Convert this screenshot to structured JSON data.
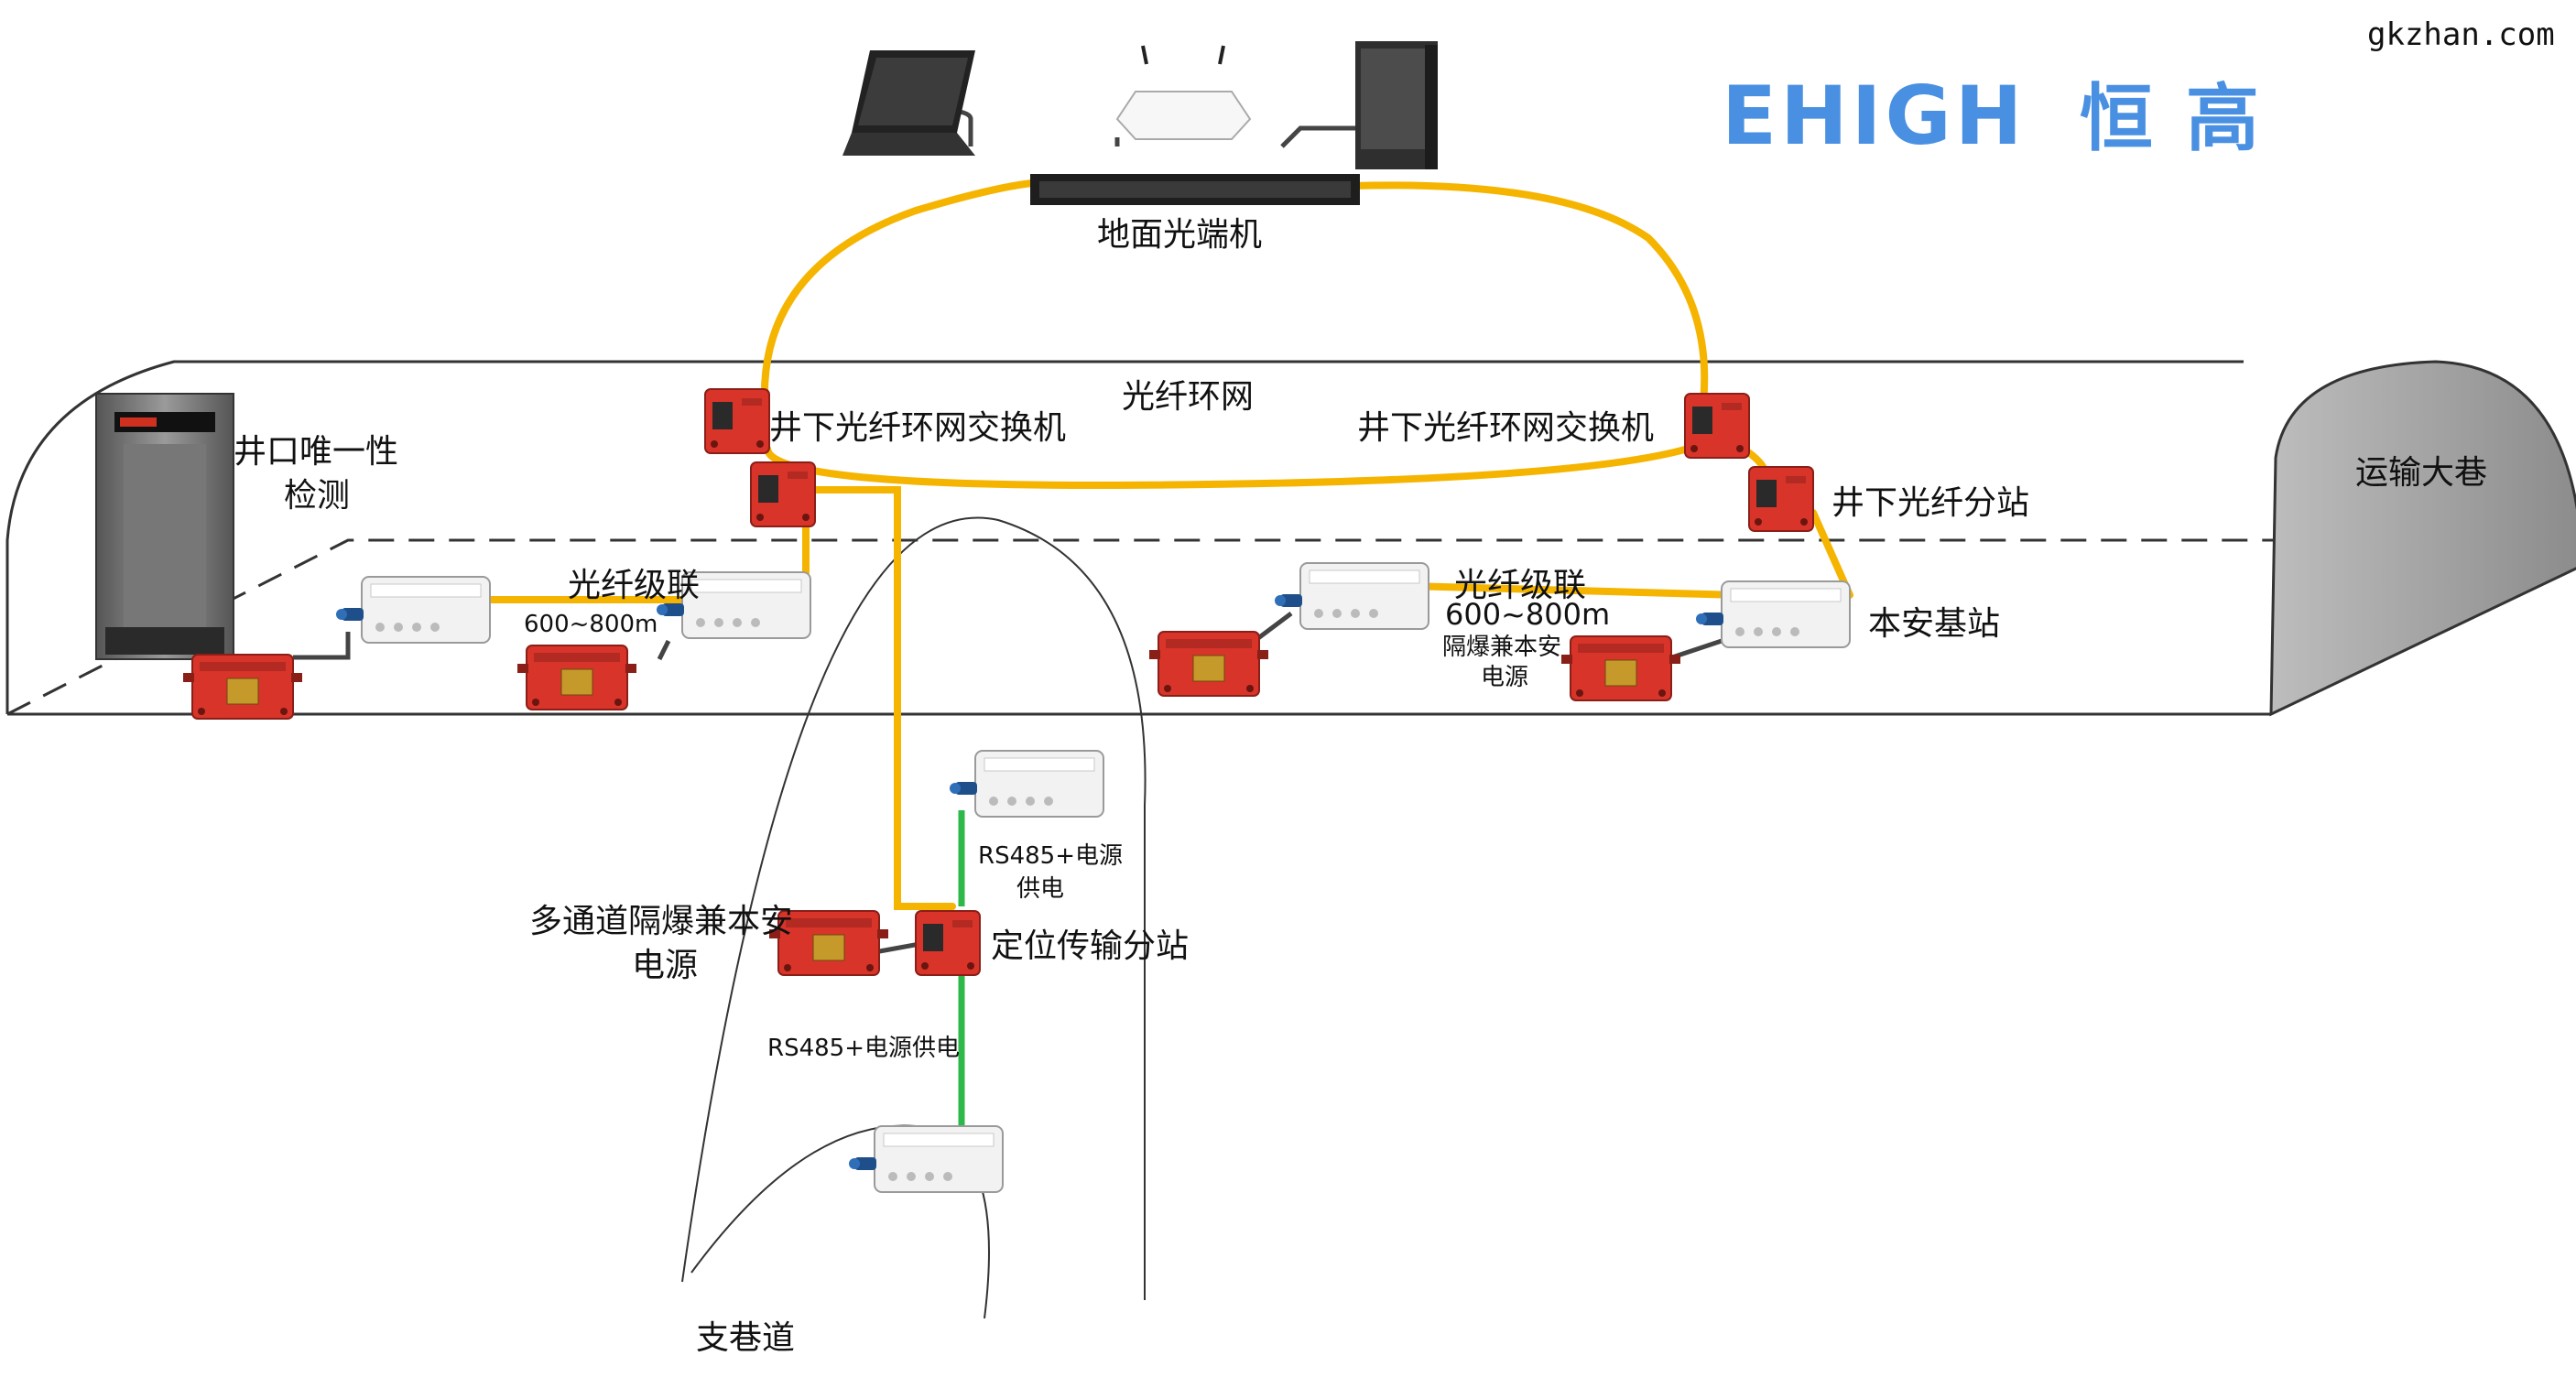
{
  "watermark": "gkzhan.com",
  "logo": {
    "latin": "EHIGH",
    "cjk": "恒 高",
    "color": "#4a90e2"
  },
  "colors": {
    "fiber": "#f5b400",
    "rs485": "#2db84a",
    "device_red": "#d8342a",
    "outline": "#333333"
  },
  "labels": {
    "ground_terminal": "地面光端机",
    "ring": "光纤环网",
    "switch_left": "井下光纤环网交换机",
    "switch_right": "井下光纤环网交换机",
    "substation": "井下光纤分站",
    "portal_title_line1": "井口唯一性",
    "portal_title_line2": "检测",
    "main_tunnel": "运输大巷",
    "cascade_left": "光纤级联",
    "distance_left": "600~800m",
    "cascade_right": "光纤级联",
    "distance_right": "600~800m",
    "psu_right_line1": "隔爆兼本安",
    "psu_right_line2": "电源",
    "base_station": "本安基站",
    "rs485_upper_line1": "RS485+电源",
    "rs485_upper_line2": "供电",
    "multi_psu_line1": "多通道隔爆兼本安",
    "multi_psu_line2": "电源",
    "positioning": "定位传输分站",
    "rs485_lower": "RS485+电源供电",
    "branch_tunnel": "支巷道"
  },
  "icons": [
    "laptop-icon",
    "router-icon",
    "server-tower-icon",
    "rack-switch-icon",
    "red-junction-box-icon",
    "white-base-station-icon",
    "security-gate-icon"
  ]
}
